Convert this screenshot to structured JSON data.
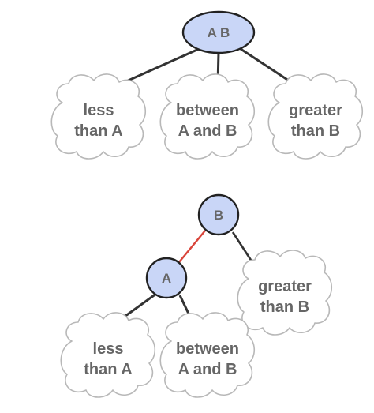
{
  "top_tree": {
    "root": {
      "label": "A B"
    },
    "children": [
      {
        "line1": "less",
        "line2": "than A"
      },
      {
        "line1": "between",
        "line2": "A and B"
      },
      {
        "line1": "greater",
        "line2": "than B"
      }
    ]
  },
  "bottom_tree": {
    "root": {
      "label": "B"
    },
    "child": {
      "label": "A"
    },
    "right_child": {
      "line1": "greater",
      "line2": "than B"
    },
    "grandchildren": [
      {
        "line1": "less",
        "line2": "than A"
      },
      {
        "line1": "between",
        "line2": "A and B"
      }
    ]
  },
  "colors": {
    "node_fill": "#c9d6f7",
    "node_stroke": "#222222",
    "edge": "#333333",
    "red_edge": "#d9453b",
    "cloud_stroke": "#b8b8b8",
    "text": "#666666"
  }
}
